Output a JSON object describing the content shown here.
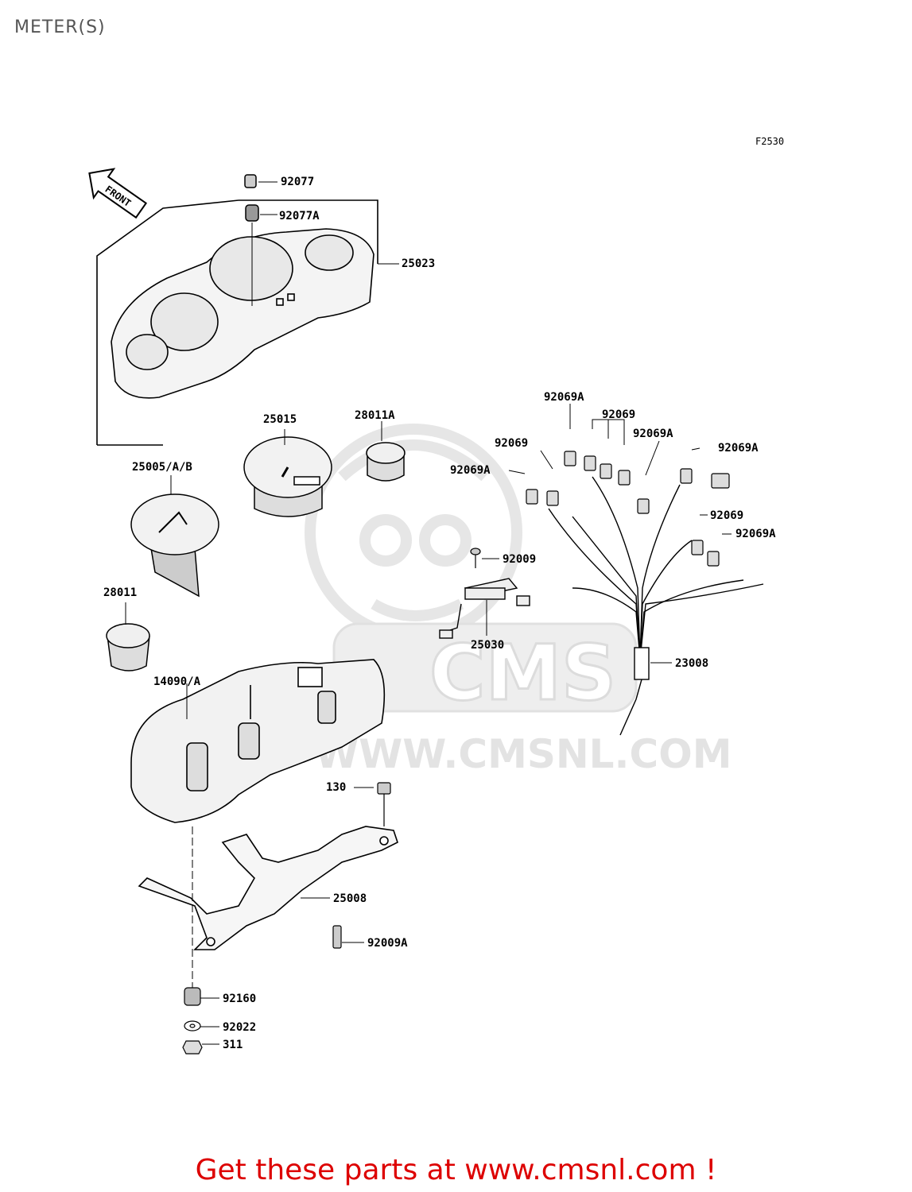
{
  "page_title": "METER(S)",
  "figure_code": "F2530",
  "footer_text": "Get these parts at www.cmsnl.com !",
  "watermark": {
    "brand": "CMS",
    "url": "WWW.CMSNL.COM"
  },
  "front_arrow_label": "FRONT",
  "parts": [
    {
      "id": "p-92077",
      "label": "92077"
    },
    {
      "id": "p-92077a",
      "label": "92077A"
    },
    {
      "id": "p-25023",
      "label": "25023"
    },
    {
      "id": "p-25015",
      "label": "25015"
    },
    {
      "id": "p-28011a",
      "label": "28011A"
    },
    {
      "id": "p-25005",
      "label": "25005/A/B"
    },
    {
      "id": "p-28011",
      "label": "28011"
    },
    {
      "id": "p-92069a-top",
      "label": "92069A"
    },
    {
      "id": "p-92069-top",
      "label": "92069"
    },
    {
      "id": "p-92069-left",
      "label": "92069"
    },
    {
      "id": "p-92069a-mid",
      "label": "92069A"
    },
    {
      "id": "p-92069a-right",
      "label": "92069A"
    },
    {
      "id": "p-92069a-left",
      "label": "92069A"
    },
    {
      "id": "p-92069-right",
      "label": "92069"
    },
    {
      "id": "p-92069a-right2",
      "label": "92069A"
    },
    {
      "id": "p-92009",
      "label": "92009"
    },
    {
      "id": "p-25030",
      "label": "25030"
    },
    {
      "id": "p-23008",
      "label": "23008"
    },
    {
      "id": "p-14090",
      "label": "14090/A"
    },
    {
      "id": "p-130",
      "label": "130"
    },
    {
      "id": "p-25008",
      "label": "25008"
    },
    {
      "id": "p-92009a",
      "label": "92009A"
    },
    {
      "id": "p-92160",
      "label": "92160"
    },
    {
      "id": "p-92022",
      "label": "92022"
    },
    {
      "id": "p-311",
      "label": "311"
    }
  ]
}
